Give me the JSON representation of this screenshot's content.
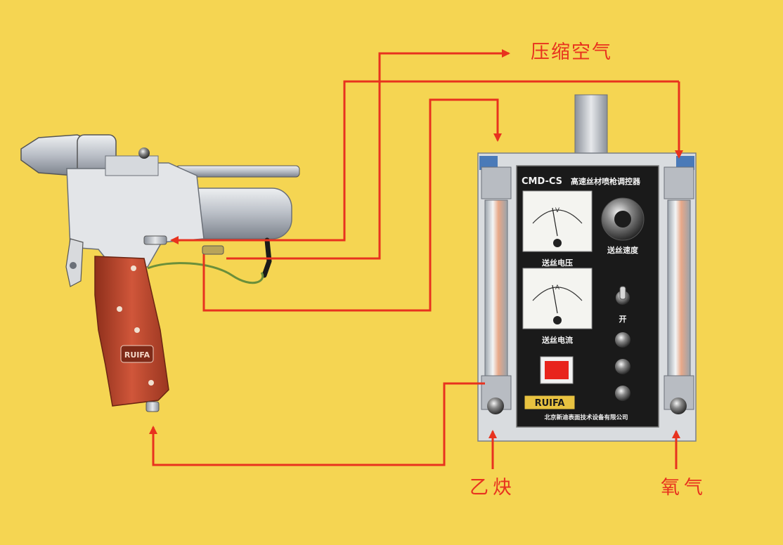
{
  "callouts": {
    "compressed_air": "压缩空气",
    "acetylene": "乙炔",
    "oxygen": "氧气"
  },
  "panel": {
    "model_title": "CMD-CS",
    "subtitle": "高速丝材喷枪调控器",
    "wire_voltage": "送丝电压",
    "wire_speed": "送丝速度",
    "wire_current": "送丝电流",
    "switch_on": "开",
    "voltmeter_unit": "V",
    "ammeter_unit": "A",
    "logo": "RUIFA",
    "company": "北京新迪表面技术设备有限公司"
  },
  "gun": {
    "grip_logo": "RUIFA"
  },
  "colors": {
    "background": "#f5d552",
    "arrow": "#e8321e",
    "panel_face": "#1a1a1a",
    "grip": "#c0462a",
    "metal": "#c9cdd3"
  }
}
